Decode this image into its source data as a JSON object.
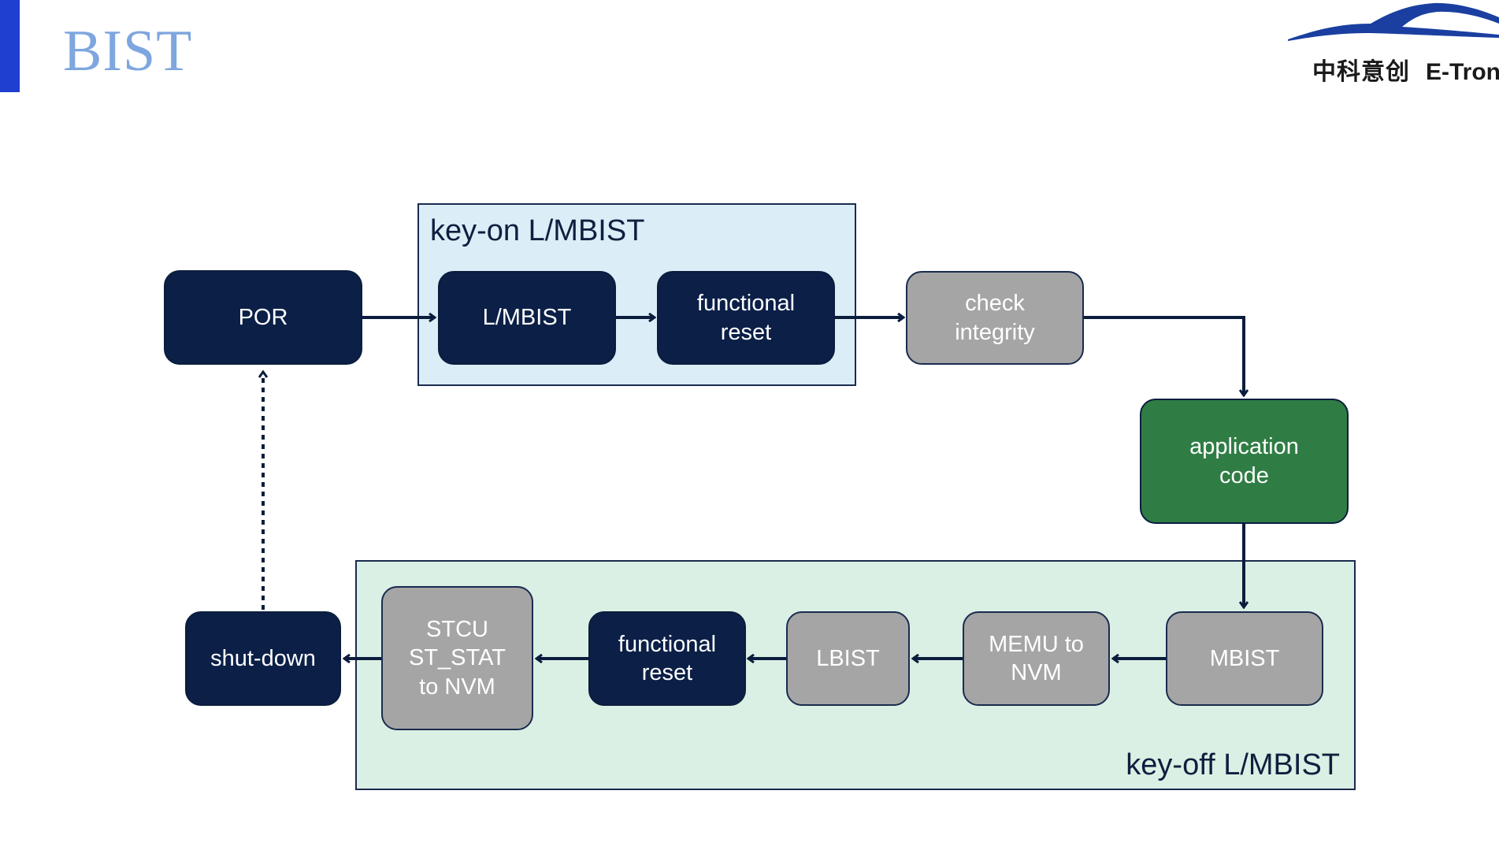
{
  "slide": {
    "title": "BIST",
    "accent_color": "#1f3fd1",
    "title_color": "#7ea6df"
  },
  "logo": {
    "icon": "car-silhouette-icon",
    "name_cn": "中科意创",
    "name_en": "E-Tronic"
  },
  "groups": {
    "key_on": {
      "label": "key-on L/MBIST",
      "color": "#dbeef8"
    },
    "key_off": {
      "label": "key-off L/MBIST",
      "color": "#dbf0e4"
    }
  },
  "nodes": {
    "por": {
      "label": "POR",
      "style": "dark"
    },
    "lmbist": {
      "label": "L/MBIST",
      "style": "dark"
    },
    "functional_reset_on": {
      "label": "functional\nreset",
      "style": "dark"
    },
    "check_integrity": {
      "label": "check\nintegrity",
      "style": "gray"
    },
    "application_code": {
      "label": "application\ncode",
      "style": "green"
    },
    "mbist": {
      "label": "MBIST",
      "style": "gray"
    },
    "memu_to_nvm": {
      "label": "MEMU to\nNVM",
      "style": "gray"
    },
    "lbist": {
      "label": "LBIST",
      "style": "gray"
    },
    "functional_reset_off": {
      "label": "functional\nreset",
      "style": "dark"
    },
    "stcu_stat": {
      "label": "STCU\nST_STAT\nto NVM",
      "style": "gray"
    },
    "shut_down": {
      "label": "shut-down",
      "style": "dark"
    }
  },
  "colors": {
    "dark_node": "#0b1f47",
    "gray_node": "#a5a5a5",
    "green_node": "#2f7d44",
    "arrow": "#0b1d3d"
  }
}
